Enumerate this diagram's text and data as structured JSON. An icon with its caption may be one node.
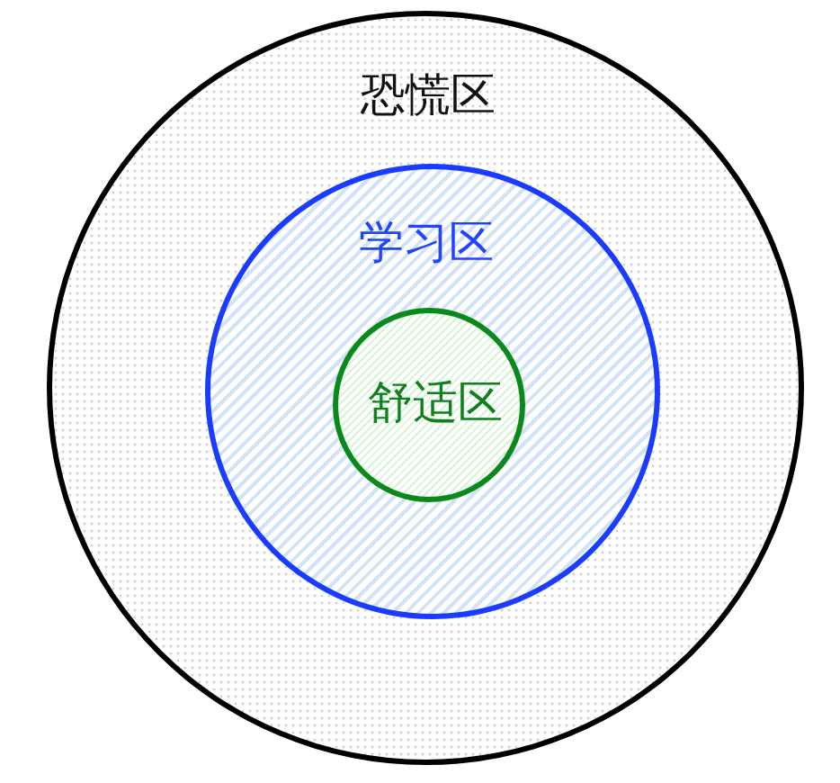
{
  "diagram": {
    "nodes": [
      {
        "text": [
          "恐慌区"
        ]
      },
      {
        "text": [
          "学习区"
        ],
        "in": 0
      },
      {
        "text": [
          "舒适区"
        ],
        "in": 1
      }
    ]
  }
}
